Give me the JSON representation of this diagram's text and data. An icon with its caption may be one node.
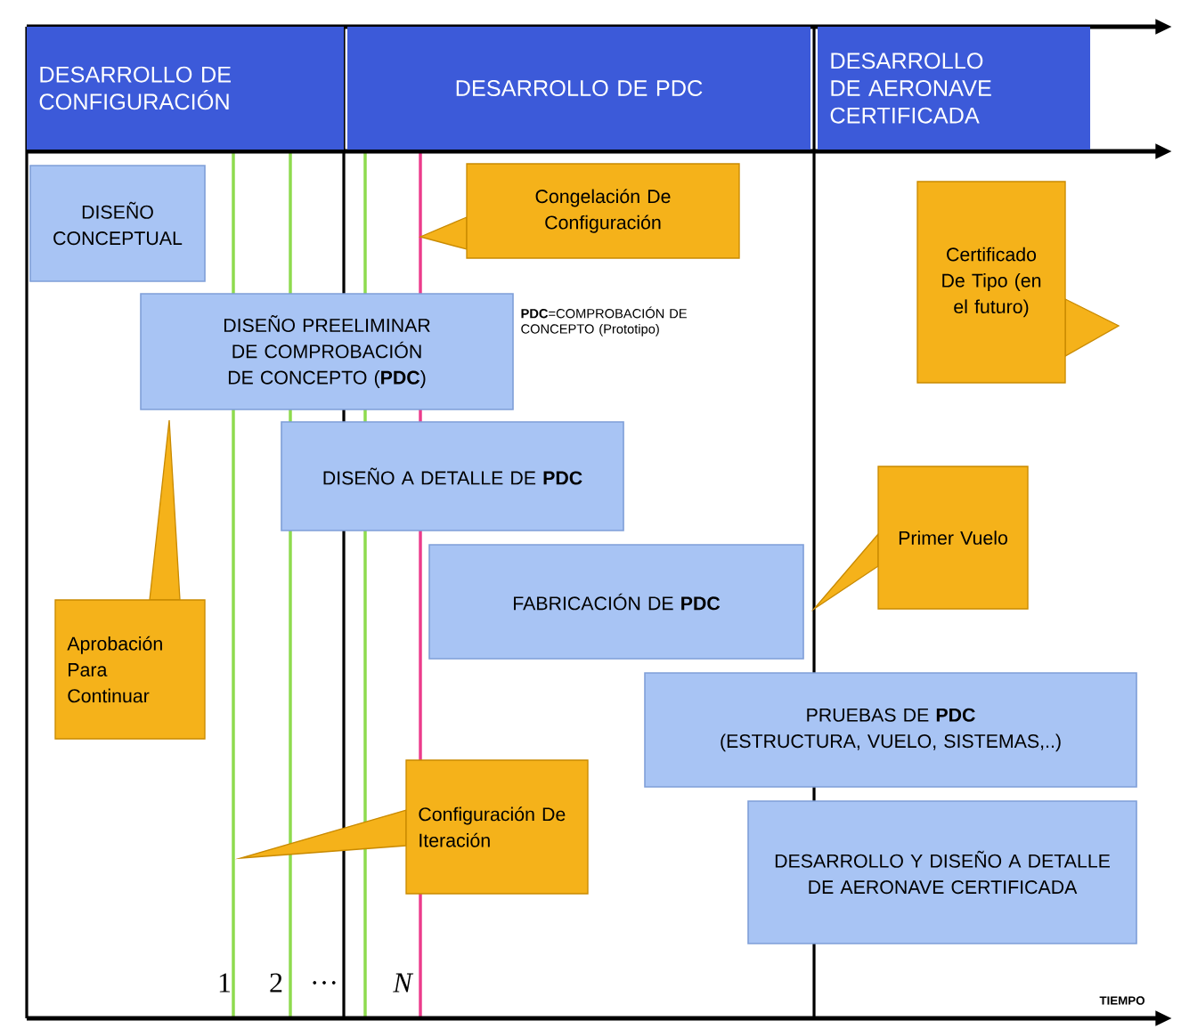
{
  "diagram": {
    "nodes": [
      {
        "text": [
          "DESARROLLO DE CONFIGURACIÓN"
        ]
      },
      {
        "text": [
          "DESARROLLO DE PDC"
        ]
      },
      {
        "text": [
          "DESARROLLO DE AERONAVE CERTIFICADA"
        ]
      },
      {
        "text": [
          "DISEÑO CONCEPTUAL"
        ]
      },
      {
        "text": [
          "DISEÑO PREELIMINAR DE COMPROBACIÓN DE CONCEPTO (**PDC**)"
        ]
      },
      {
        "text": [
          "DISEÑO A DETALLE DE **PDC**"
        ]
      },
      {
        "text": [
          "FABRICACIÓN DE **PDC**"
        ]
      },
      {
        "text": [
          "PRUEBAS DE **PDC**",
          "(ESTRUCTURA, VUELO, SISTEMAS,..)"
        ]
      },
      {
        "text": [
          "DESARROLLO Y DISEÑO A DETALLE DE AERONAVE CERTIFICADA"
        ]
      },
      {
        "text": [
          "Congelación De Configuración"
        ]
      },
      {
        "text": [
          "Certificado De Tipo (en el futuro)"
        ]
      },
      {
        "text": [
          "Primer Vuelo"
        ]
      },
      {
        "text": [
          "Aprobación Para Continuar"
        ]
      },
      {
        "text": [
          "Configuración De Iteración"
        ]
      }
    ],
    "labels": [
      "**PDC**=COMPROBACIÓN DE CONCEPTO (Prototipo)",
      "1",
      "2",
      "…",
      "N",
      "TIEMPO"
    ]
  }
}
